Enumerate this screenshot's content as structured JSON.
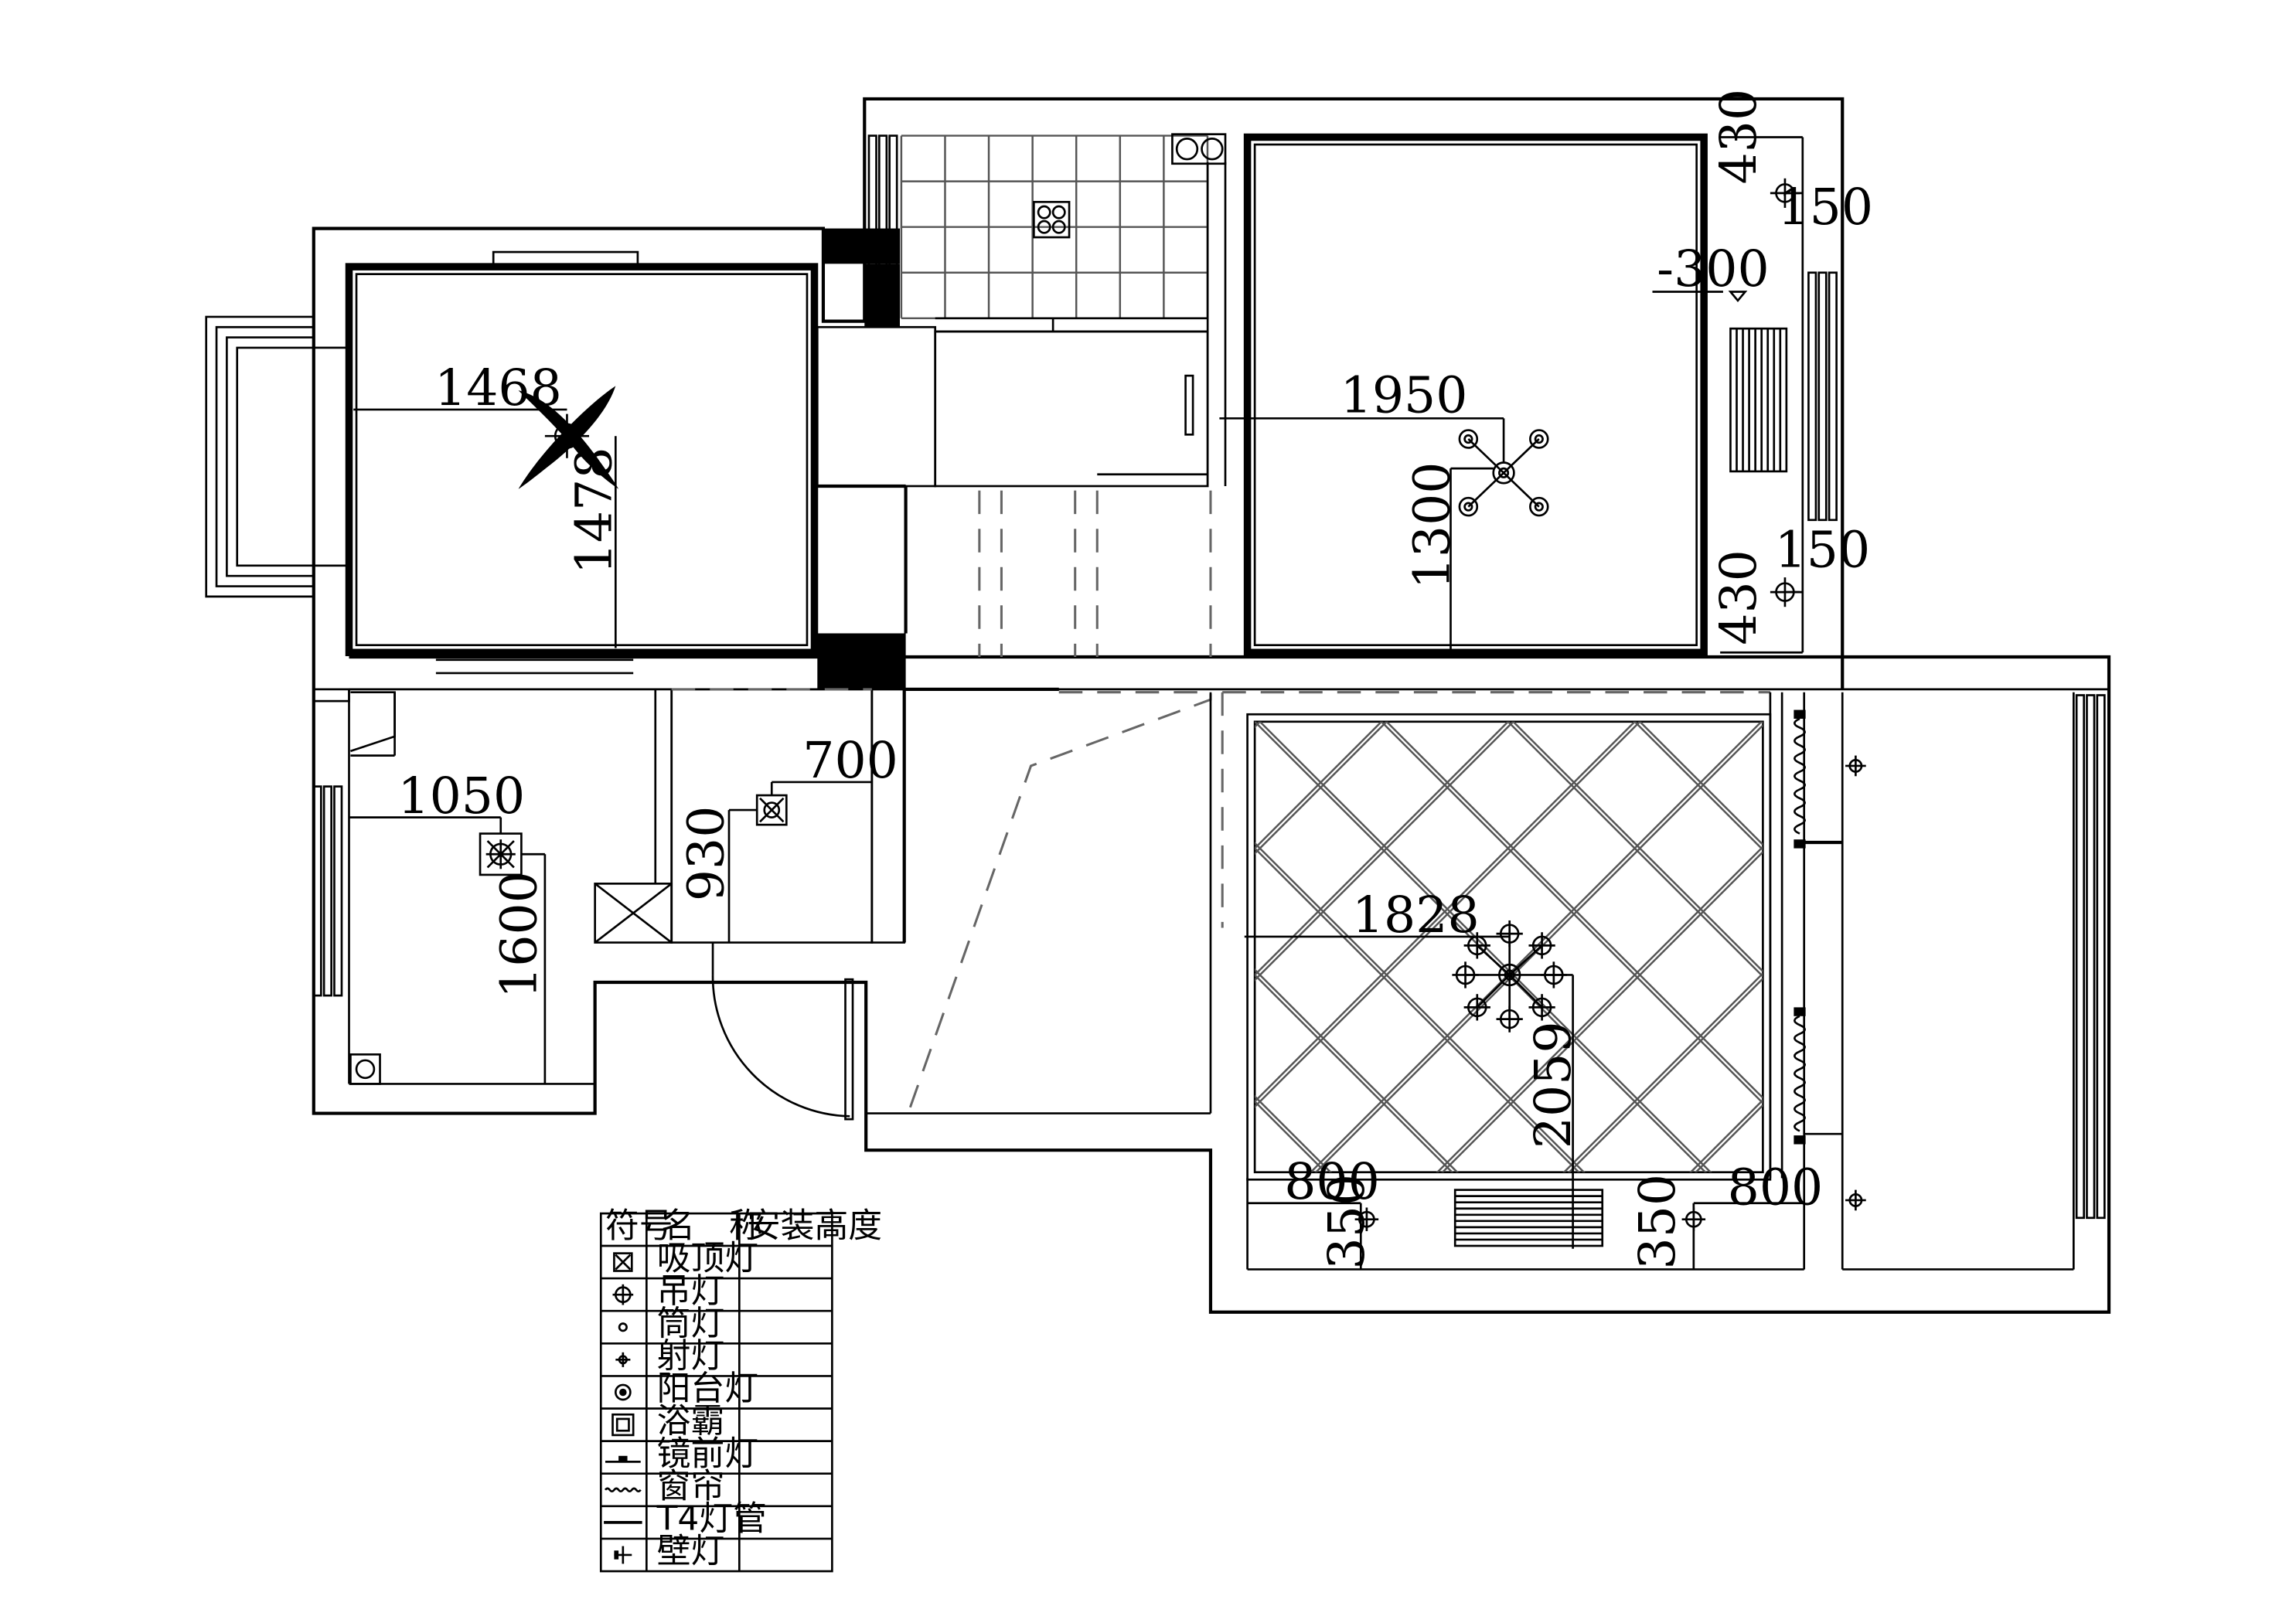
{
  "dimensions": {
    "master_bedroom_width": "1468",
    "master_bedroom_depth": "1478",
    "second_bedroom_width": "1950",
    "second_bedroom_depth": "1300",
    "ceiling_drop": "-300",
    "light_top_offset": "430",
    "light_top_spacing": "150",
    "light_bottom_spacing": "150",
    "light_bottom_offset": "430",
    "study_width": "1050",
    "study_depth": "1600",
    "bath_width": "700",
    "bath_depth": "930",
    "living_width": "1828",
    "living_depth": "2059",
    "living_left_width": "800",
    "living_left_depth": "350",
    "living_right_width": "800",
    "living_right_depth": "350"
  },
  "legend": {
    "headers": {
      "symbol": "符号",
      "name": "名　称",
      "height": "安装高度"
    },
    "items": [
      {
        "icon": "ceiling-light-icon",
        "name": "吸顶灯",
        "height": ""
      },
      {
        "icon": "pendant-light-icon",
        "name": "吊灯",
        "height": ""
      },
      {
        "icon": "downlight-icon",
        "name": "筒灯",
        "height": ""
      },
      {
        "icon": "spotlight-icon",
        "name": "射灯",
        "height": ""
      },
      {
        "icon": "balcony-light-icon",
        "name": "阳台灯",
        "height": ""
      },
      {
        "icon": "bath-heater-icon",
        "name": "浴霸",
        "height": ""
      },
      {
        "icon": "mirror-light-icon",
        "name": "镜前灯",
        "height": ""
      },
      {
        "icon": "curtain-icon",
        "name": "窗帘",
        "height": ""
      },
      {
        "icon": "t4-tube-icon",
        "name": "T4灯管",
        "height": ""
      },
      {
        "icon": "wall-light-icon",
        "name": "壁灯",
        "height": ""
      }
    ]
  }
}
